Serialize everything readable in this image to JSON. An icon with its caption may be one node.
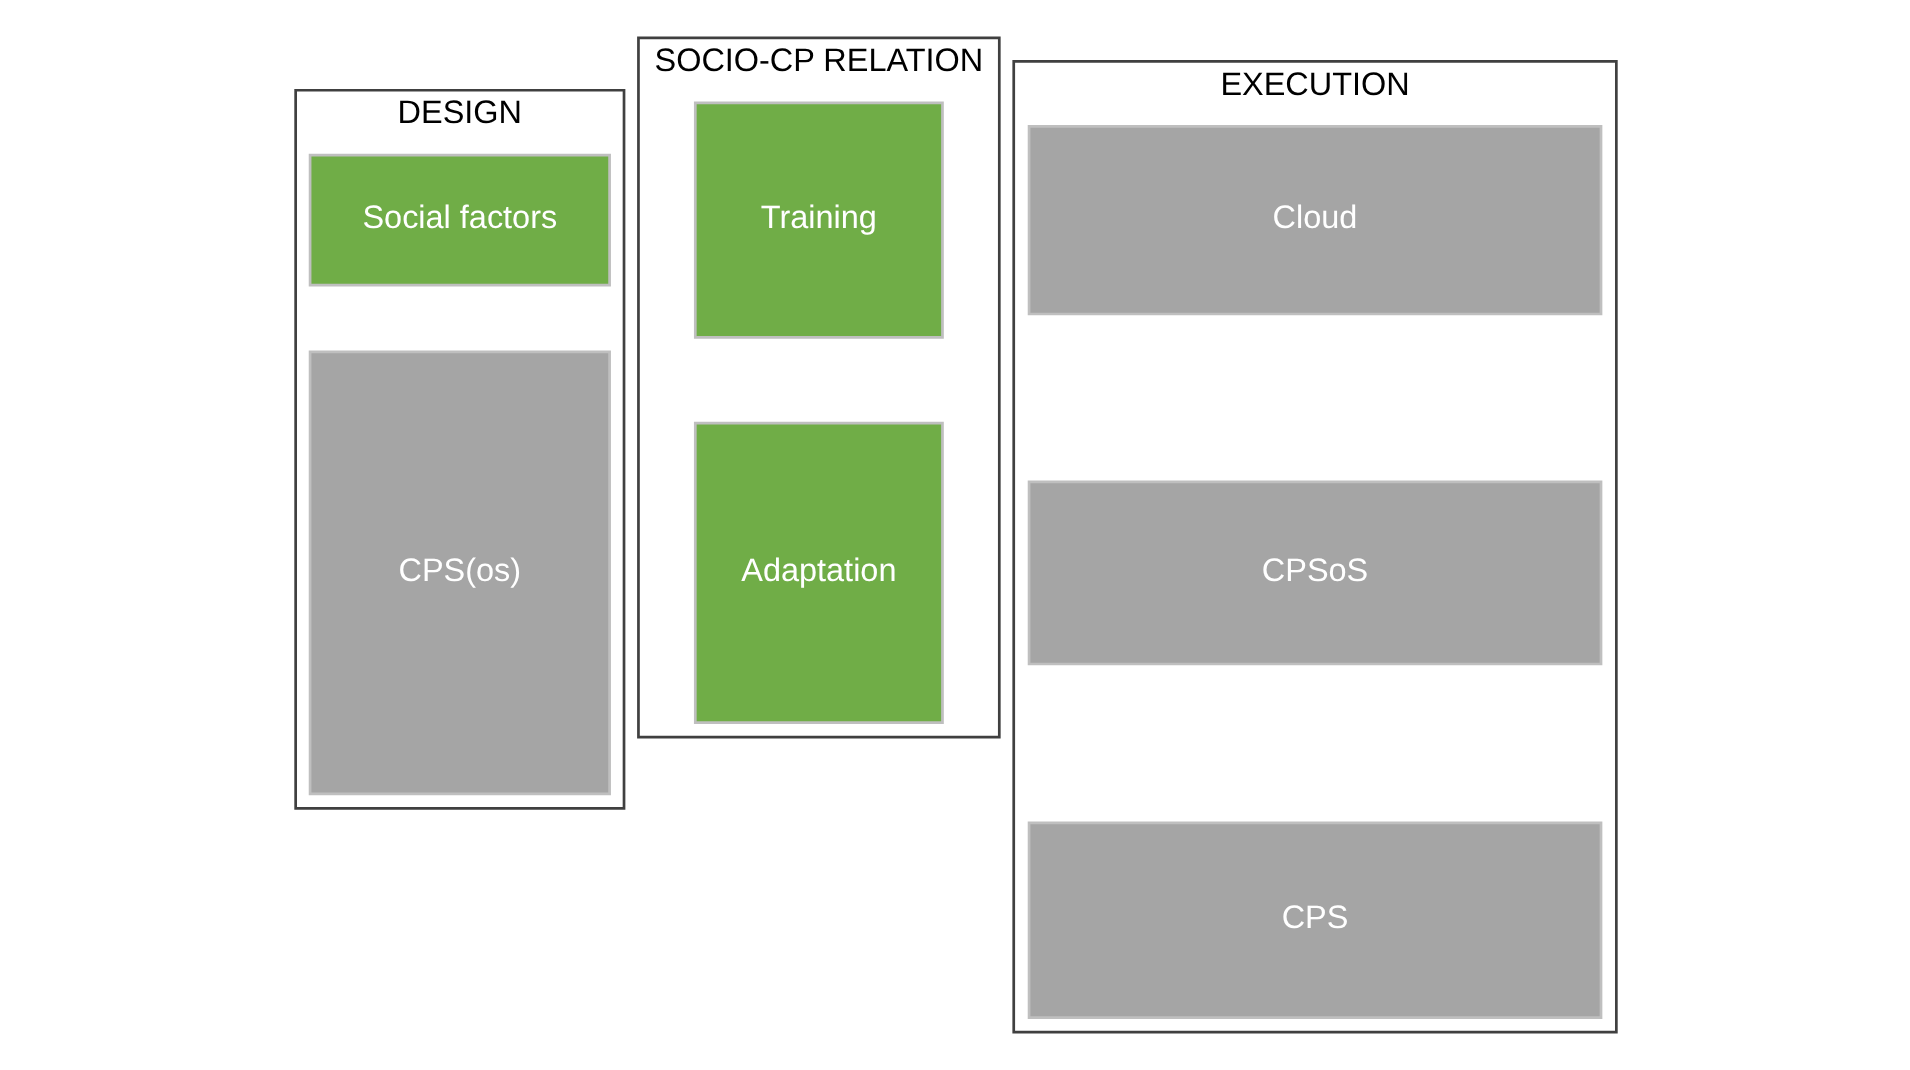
{
  "diagram": {
    "nodes": [
      {
        "text": [
          "DESIGN"
        ]
      },
      {
        "text": [
          "Social factors"
        ],
        "in": 0
      },
      {
        "text": [
          "CPS(os)"
        ],
        "in": 0
      },
      {
        "text": [
          "SOCIO-CP RELATION"
        ]
      },
      {
        "text": [
          "Training"
        ],
        "in": 3
      },
      {
        "text": [
          "Adaptation"
        ],
        "in": 3
      },
      {
        "text": [
          "EXECUTION"
        ]
      },
      {
        "text": [
          "Cloud"
        ],
        "in": 6
      },
      {
        "text": [
          "CPSoS"
        ],
        "in": 6
      },
      {
        "text": [
          "CPS"
        ],
        "in": 6
      }
    ]
  }
}
